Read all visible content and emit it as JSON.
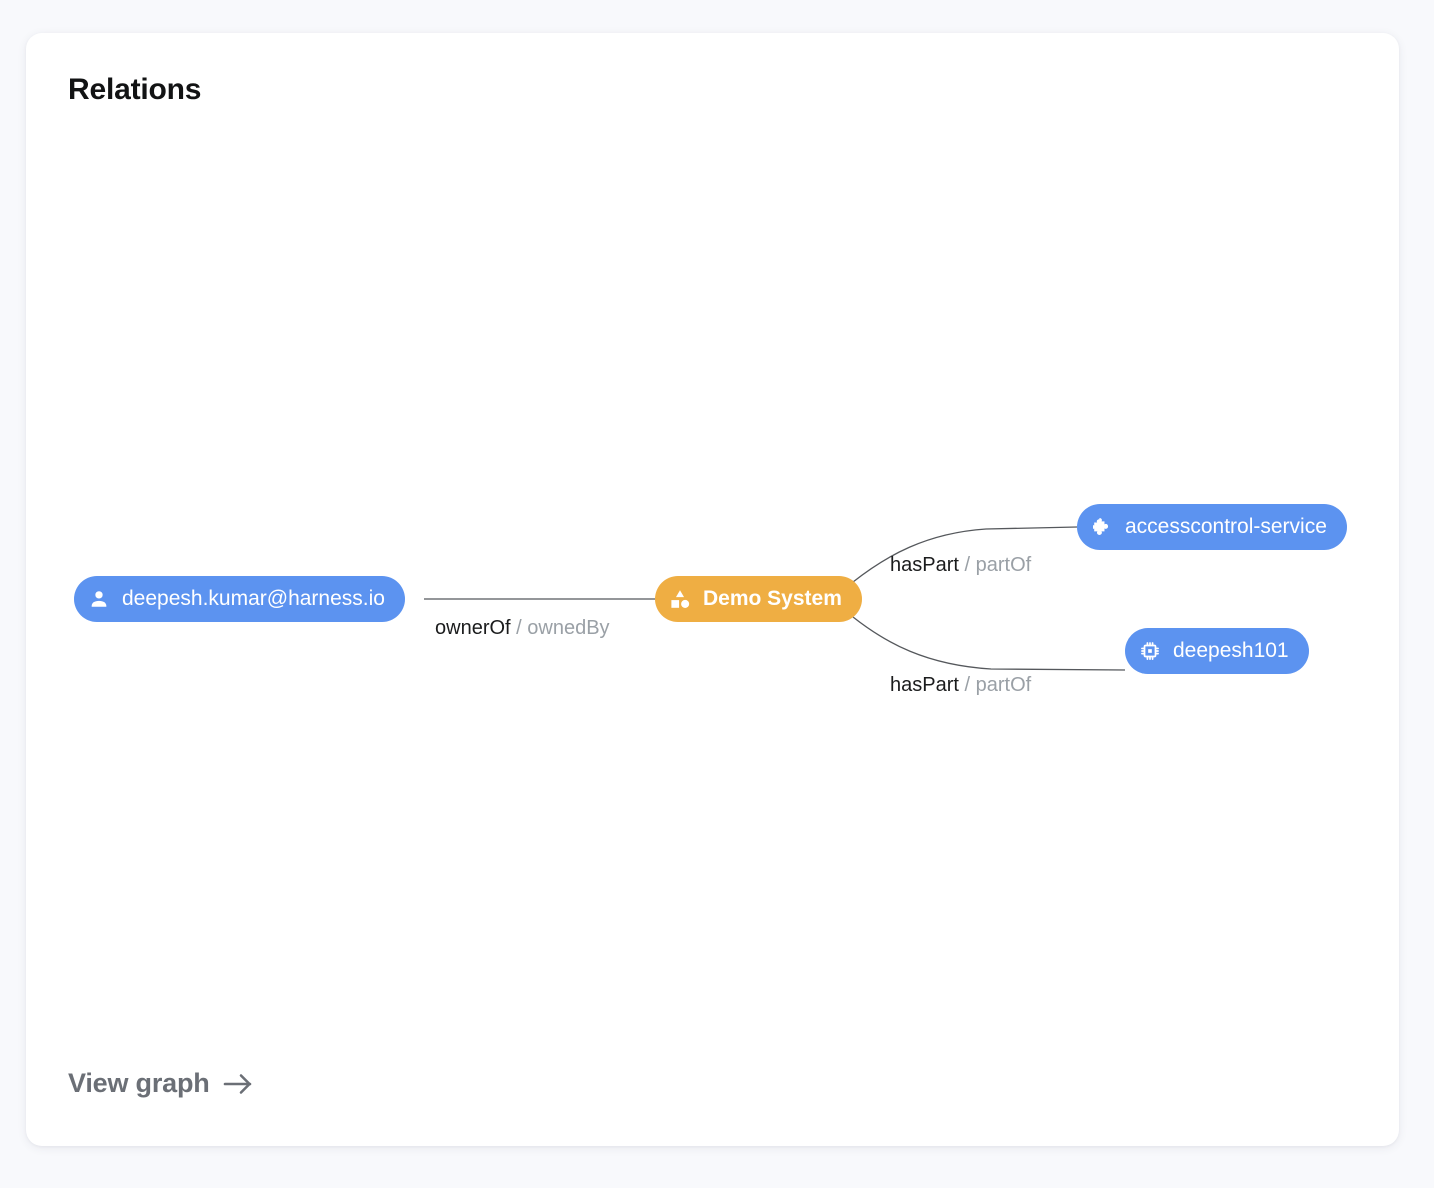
{
  "card": {
    "title": "Relations",
    "footer_link": {
      "label": "View graph",
      "arrow_icon": "arrow-right-icon"
    }
  },
  "graph": {
    "nodes": [
      {
        "id": "user",
        "label": "deepesh.kumar@harness.io",
        "kind": "user",
        "icon": "person-icon",
        "color": "#5c93f0"
      },
      {
        "id": "system",
        "label": "Demo System",
        "kind": "system",
        "icon": "shapes-icon",
        "color": "#efae43"
      },
      {
        "id": "component",
        "label": "accesscontrol-service",
        "kind": "component",
        "icon": "puzzle-piece-icon",
        "color": "#5c93f0"
      },
      {
        "id": "resource",
        "label": "deepesh101",
        "kind": "resource",
        "icon": "chip-icon",
        "color": "#5c93f0"
      }
    ],
    "edges": [
      {
        "id": "user-system",
        "from": "user",
        "to": "system",
        "forward": "ownerOf",
        "separator": " / ",
        "reverse": "ownedBy"
      },
      {
        "id": "system-component",
        "from": "system",
        "to": "component",
        "forward": "hasPart",
        "separator": " / ",
        "reverse": "partOf"
      },
      {
        "id": "system-resource",
        "from": "system",
        "to": "resource",
        "forward": "hasPart",
        "separator": " / ",
        "reverse": "partOf"
      }
    ],
    "edge_color": "#55585c"
  },
  "theme": {
    "page_background": "#f8f9fc",
    "card_background": "#ffffff",
    "blue": "#5c93f0",
    "orange": "#efae43",
    "title_color": "#121314",
    "muted_text": "#9aa0a6",
    "link_color": "#6b6f76"
  }
}
